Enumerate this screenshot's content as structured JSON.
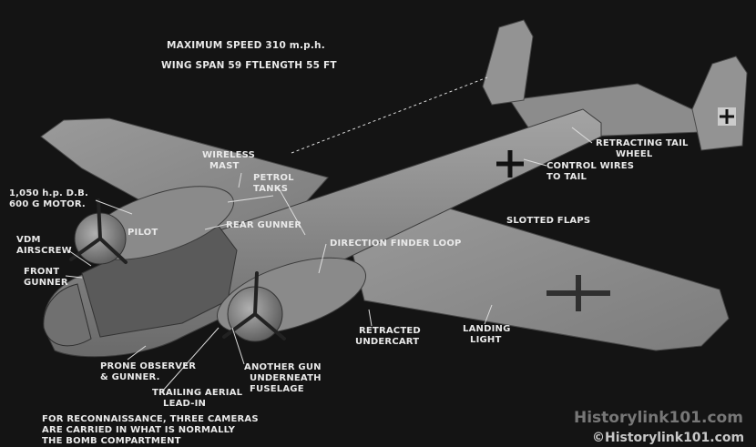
{
  "specs": {
    "max_speed": "MAXIMUM SPEED 310 m.p.h.",
    "wing_span": "WING SPAN 59 FT",
    "length": "LENGTH 55 FT"
  },
  "labels": {
    "wireless_mast": [
      "WIRELESS",
      "MAST"
    ],
    "petrol_tanks": [
      "PETROL",
      "TANKS"
    ],
    "pilot": "PILOT",
    "rear_gunner": "REAR GUNNER",
    "direction_finder_loop": "DIRECTION FINDER LOOP",
    "retracting_tail_wheel": [
      "RETRACTING TAIL",
      "WHEEL"
    ],
    "control_wires": [
      "CONTROL WIRES",
      "TO TAIL"
    ],
    "slotted_flaps": "SLOTTED FLAPS",
    "motor": [
      "1,050 h.p. D.B.",
      "600 G MOTOR."
    ],
    "airscrew": [
      "VDM",
      "AIRSCREW"
    ],
    "front_gunner": [
      "FRONT",
      "GUNNER"
    ],
    "retracted_undercart": [
      "RETRACTED",
      "UNDERCART"
    ],
    "landing_light": [
      "LANDING",
      "LIGHT"
    ],
    "prone_observer": [
      "PRONE OBSERVER",
      "& GUNNER."
    ],
    "trailing_aerial": [
      "TRAILING AERIAL",
      "LEAD-IN"
    ],
    "another_gun": [
      "ANOTHER GUN",
      "UNDERNEATH",
      "FUSELAGE"
    ],
    "reconnaissance_note": [
      "FOR RECONNAISSANCE, THREE CAMERAS",
      "ARE CARRIED IN WHAT IS NORMALLY",
      "THE BOMB COMPARTMENT"
    ]
  },
  "watermark": {
    "center": "Historylink101.com",
    "corner": "©Historylink101.com"
  },
  "colors": {
    "background": "#141414",
    "aircraft": "#8f8f8f",
    "label": "#e9e9e9"
  }
}
